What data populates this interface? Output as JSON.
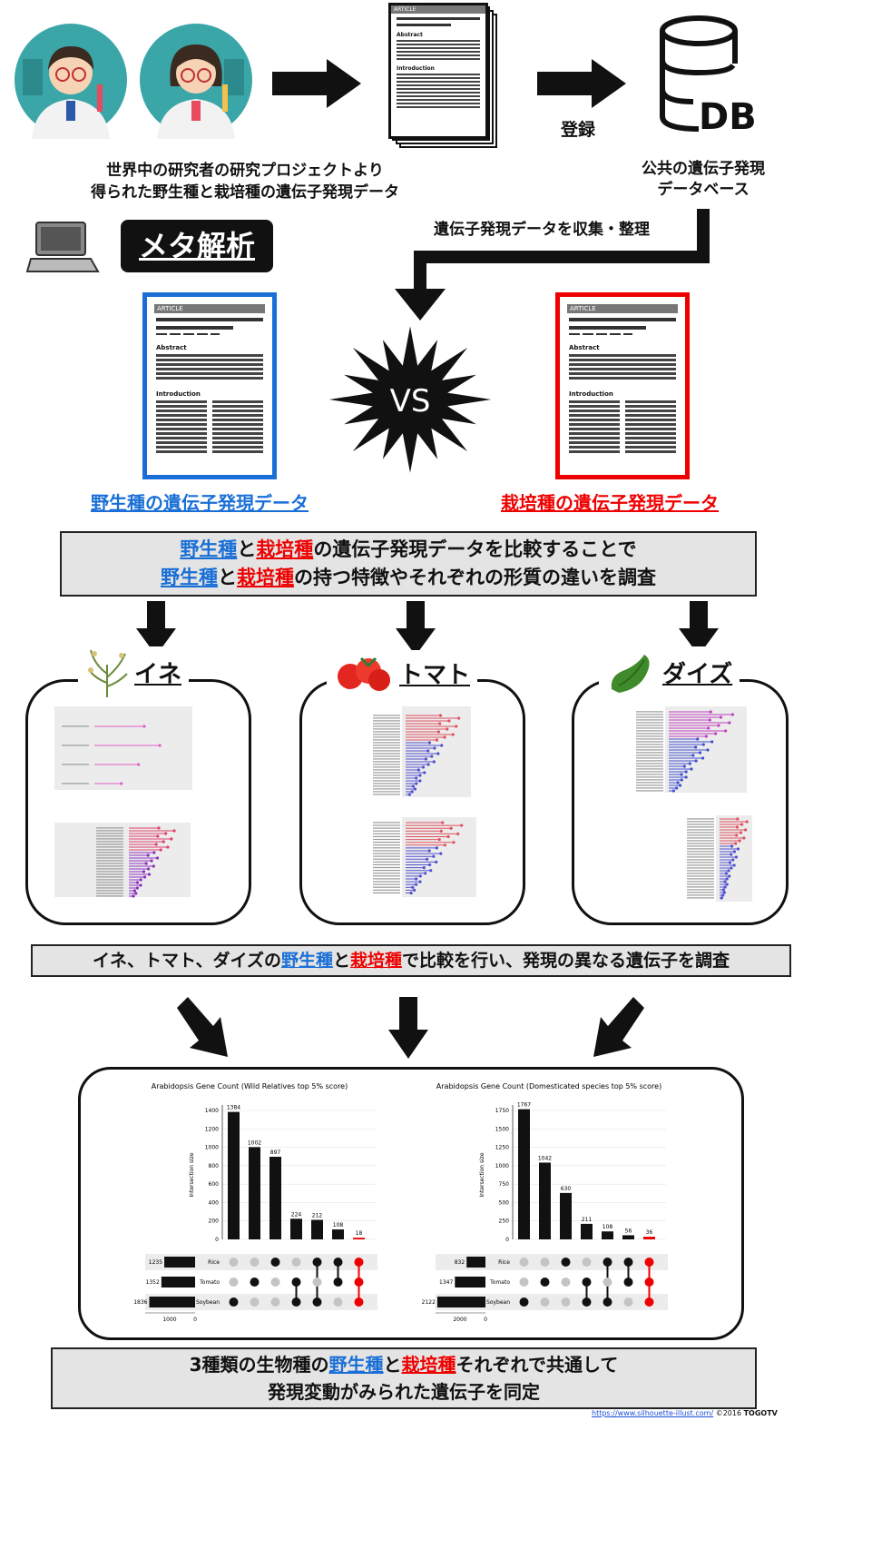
{
  "researchers_caption": [
    "世界中の研究者の研究プロジェクトより",
    "得られた野生種と栽培種の遺伝子発現データ"
  ],
  "article_label": "ARTICLE",
  "abstract_label": "Abstract",
  "introduction_label": "Introduction",
  "register_label": "登録",
  "db_label": "DB",
  "db_caption": [
    "公共の遺伝子発現",
    "データベース"
  ],
  "collect_caption": "遺伝子発現データを収集・整理",
  "meta_label": "メタ解析",
  "vs_label": "VS",
  "wild_data_label": "野生種の遺伝子発現データ",
  "cultivated_data_label": "栽培種の遺伝子発現データ",
  "compare_box": {
    "line1": {
      "wild": "野生種",
      "to": "と",
      "cult": "栽培種",
      "rest": "の遺伝子発現データを比較することで"
    },
    "line2": {
      "wild": "野生種",
      "to": "と",
      "cult": "栽培種",
      "rest": "の持つ特徴やそれぞれの形質の違いを調査"
    }
  },
  "crops": [
    "イネ",
    "トマト",
    "ダイズ"
  ],
  "species_box": {
    "pre": "イネ、トマト、ダイズの",
    "wild": "野生種",
    "to": "と",
    "cult": "栽培種",
    "rest": "で比較を行い、発現の異なる遺伝子を調査"
  },
  "final_box": {
    "line1": {
      "pre": "3種類の生物種の",
      "wild": "野生種",
      "to": "と",
      "cult": "栽培種",
      "rest": "それぞれで共通して"
    },
    "line2": "発現変動がみられた遺伝子を同定"
  },
  "footer": {
    "url": "https://www.silhouette-illust.com/",
    "copy": "©2016 ",
    "brand": "TOGOTV"
  },
  "colors": {
    "wild": "#1a6fd6",
    "cultivated": "#ee0000",
    "box_gray": "#e4e4e4"
  },
  "chart_data": [
    {
      "type": "bar",
      "title": "Arabidopsis Gene Count (Wild Relatives top 5% score)",
      "ylabel": "Intersection size",
      "ylim": [
        0,
        1400
      ],
      "yticks": [
        0,
        200,
        400,
        600,
        800,
        1000,
        1200,
        1400
      ],
      "values": [
        1384,
        1002,
        897,
        224,
        212,
        108,
        18
      ],
      "highlight_last": true,
      "sets": [
        "Rice",
        "Tomato",
        "Soybean"
      ],
      "set_sizes": [
        1235,
        1352,
        1836
      ],
      "set_axis_ticks": [
        "1000",
        "0"
      ],
      "set_axis_max": 2000,
      "membership": [
        [
          0,
          0,
          1
        ],
        [
          0,
          1,
          0
        ],
        [
          1,
          0,
          0
        ],
        [
          0,
          1,
          1
        ],
        [
          1,
          0,
          1
        ],
        [
          1,
          1,
          0
        ],
        [
          1,
          1,
          1
        ]
      ]
    },
    {
      "type": "bar",
      "title": "Arabidopsis Gene Count (Domesticated species top 5% score)",
      "ylabel": "Intersection size",
      "ylim": [
        0,
        1750
      ],
      "yticks": [
        0,
        250,
        500,
        750,
        1000,
        1250,
        1500,
        1750
      ],
      "values": [
        1767,
        1042,
        630,
        211,
        108,
        56,
        36
      ],
      "highlight_last": true,
      "sets": [
        "Rice",
        "Tomato",
        "Soybean"
      ],
      "set_sizes": [
        832,
        1347,
        2122
      ],
      "set_axis_ticks": [
        "2000",
        "0"
      ],
      "set_axis_max": 2200,
      "membership": [
        [
          0,
          0,
          1
        ],
        [
          0,
          1,
          0
        ],
        [
          1,
          0,
          0
        ],
        [
          0,
          1,
          1
        ],
        [
          1,
          0,
          1
        ],
        [
          1,
          1,
          0
        ],
        [
          1,
          1,
          1
        ]
      ]
    }
  ]
}
